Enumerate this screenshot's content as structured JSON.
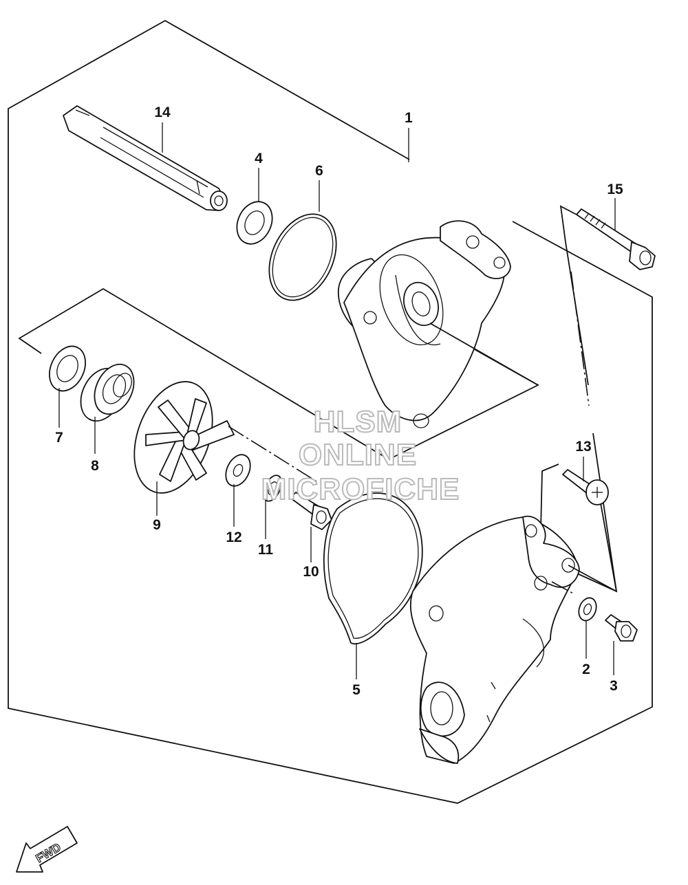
{
  "callouts": {
    "c1": "1",
    "c2": "2",
    "c3": "3",
    "c4": "4",
    "c5": "5",
    "c6": "6",
    "c7": "7",
    "c8": "8",
    "c9": "9",
    "c10": "10",
    "c11": "11",
    "c12": "12",
    "c13": "13",
    "c14": "14",
    "c15": "15"
  },
  "watermark": {
    "line1": "HLSM",
    "line2": "ONLINE",
    "line3": "MICROFICHE"
  },
  "fwd_label": "FWD",
  "colors": {
    "line": "#111111",
    "watermark_outline": "#b9b9b9",
    "background": "#ffffff"
  }
}
